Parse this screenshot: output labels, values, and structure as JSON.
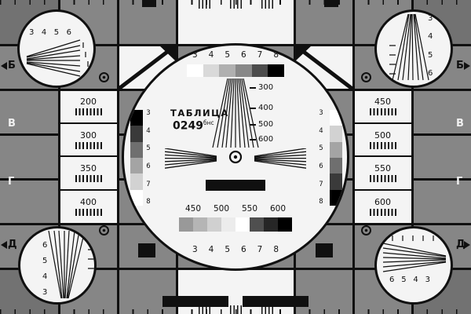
{
  "testcard": {
    "title": "ТАБЛИЦА",
    "code": "0249",
    "code_suffix": "бнс",
    "colors": {
      "background": "#868686",
      "background_dark": "#727272",
      "panel_white": "#f4f4f4",
      "ink_black": "#101010",
      "letter_light": "#f0f0f0"
    },
    "row_letters_left": [
      "Б",
      "В",
      "Г",
      "Д"
    ],
    "row_letters_right": [
      "Б",
      "В",
      "Г",
      "Д"
    ],
    "left_column": [
      "200",
      "300",
      "350",
      "400"
    ],
    "right_column": [
      "450",
      "500",
      "550",
      "600"
    ],
    "top_scale_numbers": [
      "3",
      "4",
      "5",
      "6",
      "7",
      "8"
    ],
    "bottom_scale_numbers": [
      "3",
      "4",
      "5",
      "6",
      "7",
      "8"
    ],
    "bottom_scale_labels": [
      "450",
      "500",
      "550",
      "600"
    ],
    "center_wedge_labels": [
      "300",
      "400",
      "500",
      "600"
    ],
    "side_strip_numbers": [
      "3",
      "4",
      "5",
      "6",
      "7",
      "8"
    ],
    "grayscale_top_steps": [
      "#ffffff",
      "#d9d9d9",
      "#b0b0b0",
      "#888888",
      "#4c4c4c",
      "#000000"
    ],
    "grayscale_bottom_steps": [
      "#999999",
      "#b5b5b5",
      "#d0d0d0",
      "#ececec",
      "#ffffff",
      "#4f4f4f",
      "#262626",
      "#000000"
    ],
    "left_strip_steps": [
      "#000000",
      "#3a3a3a",
      "#6f6f6f",
      "#a4a4a4",
      "#d2d2d2",
      "#ffffff"
    ],
    "right_strip_steps": [
      "#ffffff",
      "#d2d2d2",
      "#a4a4a4",
      "#6f6f6f",
      "#3a3a3a",
      "#000000"
    ],
    "corner_circles": {
      "top_left": [
        "3",
        "4",
        "5",
        "6"
      ],
      "top_right": [
        "3",
        "4",
        "5",
        "6"
      ],
      "bottom_left": [
        "6",
        "5",
        "4",
        "3"
      ],
      "bottom_right": [
        "6",
        "5",
        "4",
        "3"
      ]
    }
  }
}
